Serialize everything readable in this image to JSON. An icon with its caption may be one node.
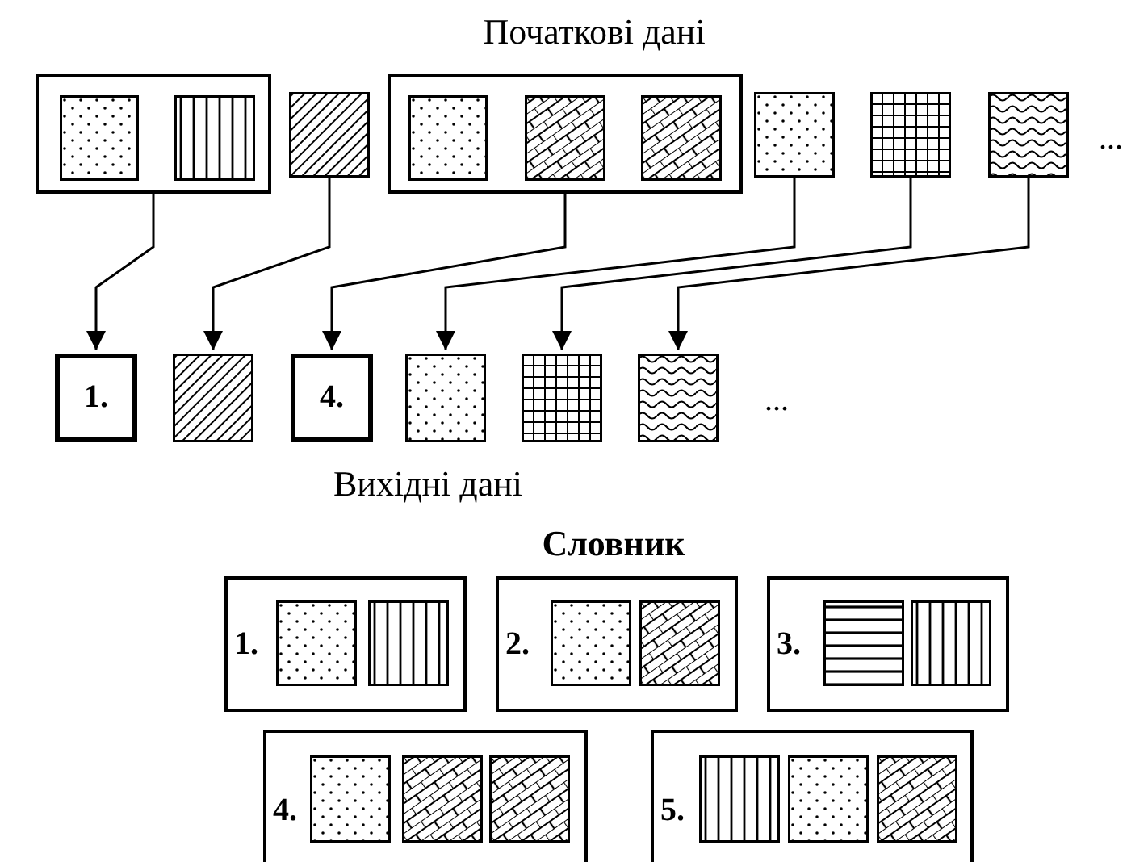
{
  "diagram": {
    "nodes": [
      {
        "text": [],
        "shape": "box"
      },
      {
        "text": [],
        "shape": "box",
        "in": 0
      },
      {
        "text": [],
        "shape": "box",
        "in": 0
      },
      {
        "text": [],
        "shape": "box"
      },
      {
        "text": [],
        "shape": "box"
      },
      {
        "text": [],
        "shape": "box",
        "in": 4
      },
      {
        "text": [],
        "shape": "box",
        "in": 4
      },
      {
        "text": [],
        "shape": "box",
        "in": 4
      },
      {
        "text": [],
        "shape": "box"
      },
      {
        "text": [],
        "shape": "box"
      },
      {
        "text": [],
        "shape": "box"
      },
      {
        "text": [
          "1."
        ]
      },
      {
        "text": [],
        "shape": "box"
      },
      {
        "text": [
          "4."
        ]
      },
      {
        "text": [],
        "shape": "box"
      },
      {
        "text": [],
        "shape": "box"
      },
      {
        "text": [],
        "shape": "box"
      },
      {
        "text": [
          "1."
        ]
      },
      {
        "text": [],
        "shape": "box",
        "in": 17
      },
      {
        "text": [],
        "shape": "box",
        "in": 17
      },
      {
        "text": [
          "2."
        ]
      },
      {
        "text": [],
        "shape": "box",
        "in": 20
      },
      {
        "text": [],
        "shape": "box",
        "in": 20
      },
      {
        "text": [
          "3."
        ]
      },
      {
        "text": [],
        "shape": "box",
        "in": 23
      },
      {
        "text": [],
        "shape": "box",
        "in": 23
      },
      {
        "text": [
          "4."
        ]
      },
      {
        "text": [],
        "shape": "box",
        "in": 26
      },
      {
        "text": [],
        "shape": "box",
        "in": 26
      },
      {
        "text": [],
        "shape": "box",
        "in": 26
      },
      {
        "text": [
          "5."
        ]
      },
      {
        "text": [],
        "shape": "box",
        "in": 30
      },
      {
        "text": [],
        "shape": "box",
        "in": 30
      },
      {
        "text": [],
        "shape": "box",
        "in": 30
      }
    ],
    "edges": [
      {
        "from": 0,
        "to": 11,
        "arrow": "to"
      },
      {
        "from": 3,
        "to": 12,
        "arrow": "to"
      },
      {
        "from": 4,
        "to": 13,
        "arrow": "to"
      },
      {
        "from": 8,
        "to": 14,
        "arrow": "to"
      },
      {
        "from": 9,
        "to": 15,
        "arrow": "to"
      },
      {
        "from": 10,
        "to": 16,
        "arrow": "to"
      }
    ],
    "labels": [
      "Початкові дані",
      "...",
      "...",
      "Вихідні дані",
      "Словник"
    ]
  }
}
